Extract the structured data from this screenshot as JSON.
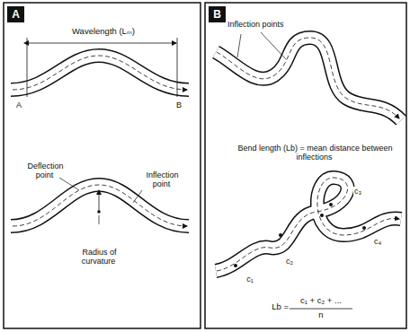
{
  "diagram": {
    "nodes": [
      {
        "text": [
          "A"
        ]
      },
      {
        "text": [
          "B"
        ]
      }
    ],
    "labels": [
      "Wavelength (Lₘ)",
      "A",
      "B",
      "Deflection point",
      "Inflection point",
      "Radius of curvature",
      "Inflection points",
      "Bend length (Lb) = mean distance between inflections",
      "c₁",
      "c₂",
      "c₃",
      "c₄",
      "Lb =",
      "c₁ + c₂ + ...",
      "n"
    ]
  }
}
